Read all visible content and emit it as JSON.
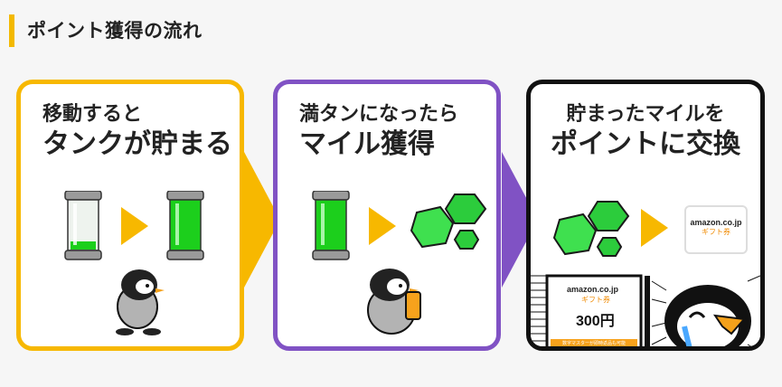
{
  "header": {
    "title": "ポイント獲得の流れ"
  },
  "steps": [
    {
      "line1": "移動すると",
      "line2": "タンクが貯まる"
    },
    {
      "line1": "満タンになったら",
      "line2": "マイル獲得"
    },
    {
      "line1": "貯まったマイルを",
      "line2": "ポイントに交換"
    }
  ],
  "gift_card": {
    "brand": "amazon.co.jp",
    "subtitle": "ギフト券",
    "price": "300円",
    "note": "数字マスターが即時返品も可能"
  },
  "colors": {
    "step1_border": "#f7b800",
    "step2_border": "#8052c4",
    "step3_border": "#111111",
    "accent_arrow": "#f7b800",
    "tank_fill": "#1ccf1c"
  },
  "icons": [
    "tank-empty-icon",
    "tank-full-icon",
    "arrow-icon",
    "gem-icon",
    "penguin-icon",
    "smartphone-icon",
    "amazon-gift-card-icon"
  ]
}
